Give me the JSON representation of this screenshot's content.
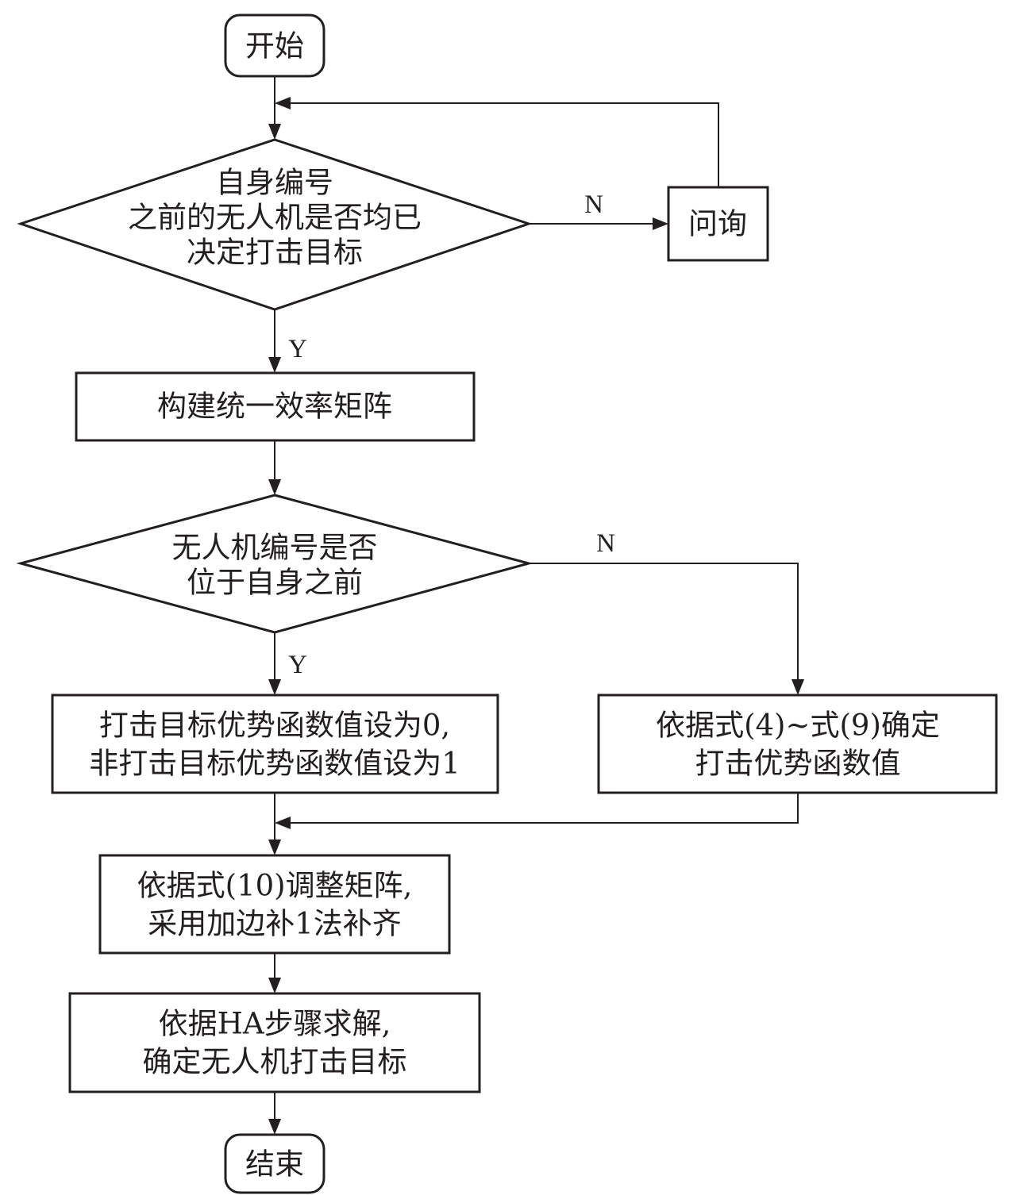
{
  "nodes": {
    "start": "开始",
    "check_prev": [
      "自身编号",
      "之前的无人机是否均已",
      "决定打击目标"
    ],
    "ask": "问询",
    "build_matrix": "构建统一效率矩阵",
    "check_pos": [
      "无人机编号是否",
      "位于自身之前"
    ],
    "set_values": [
      "打击目标优势函数值设为0,",
      "非打击目标优势函数值设为1"
    ],
    "compute_values": [
      "依据式(4)~式(9)确定",
      "打击优势函数值"
    ],
    "adjust_matrix": [
      "依据式(10)调整矩阵,",
      "采用加边补1法补齐"
    ],
    "solve_ha": [
      "依据HA步骤求解,",
      "确定无人机打击目标"
    ],
    "end": "结束"
  },
  "edge_labels": {
    "check_prev_no": "N",
    "check_prev_yes": "Y",
    "check_pos_no": "N",
    "check_pos_yes": "Y"
  },
  "colors": {
    "stroke": "#231f20",
    "fill": "#ffffff"
  }
}
